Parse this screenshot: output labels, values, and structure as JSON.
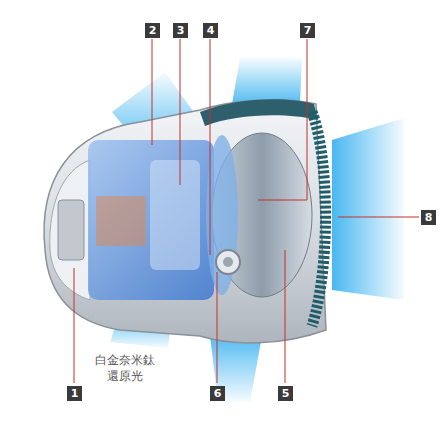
{
  "diagram": {
    "labels": [
      "2",
      "3",
      "4",
      "7",
      "8",
      "白金奈米鈦 還原光",
      "1",
      "6",
      "5"
    ]
  }
}
